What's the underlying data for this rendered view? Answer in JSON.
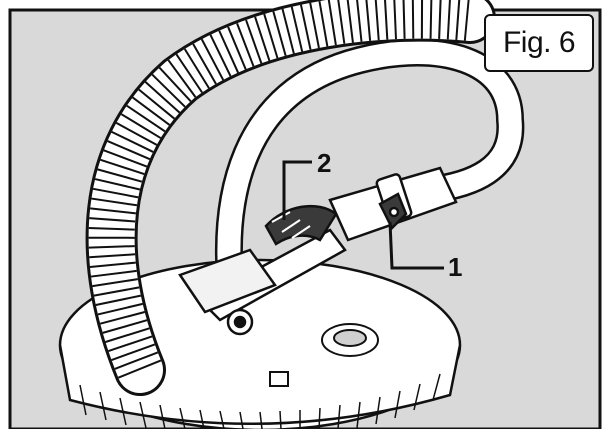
{
  "figure": {
    "label": "Fig. 6",
    "callouts": [
      {
        "number": "1",
        "target": "hose-clamp-knob"
      },
      {
        "number": "2",
        "target": "handle-grip"
      }
    ]
  },
  "colors": {
    "background": "#d9d9d9",
    "line": "#111111",
    "surface": "#ffffff",
    "frame": "#111111"
  }
}
